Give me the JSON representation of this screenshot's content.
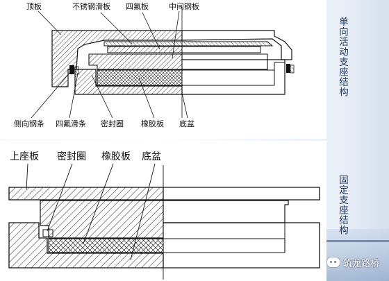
{
  "top_diagram": {
    "labels": {
      "top_plate": "顶板",
      "stainless_slide_plate": "不锈钢滑板",
      "ptfe_plate": "四氟板",
      "middle_steel_plate": "中间钢板",
      "side_steel_strip": "侧向钢条",
      "ptfe_slide_strip": "四氟滑条",
      "seal_ring": "密封圈",
      "rubber_plate": "橡胶板",
      "base_pot": "底盆"
    },
    "caption": "单向活动支座结构"
  },
  "bottom_diagram": {
    "labels": {
      "upper_seat_plate": "上座板",
      "seal_ring": "密封圈",
      "rubber_plate": "橡胶板",
      "base_pot": "底盆"
    },
    "caption": "固定支座结构"
  },
  "watermark": {
    "text": "筑龙路桥"
  }
}
